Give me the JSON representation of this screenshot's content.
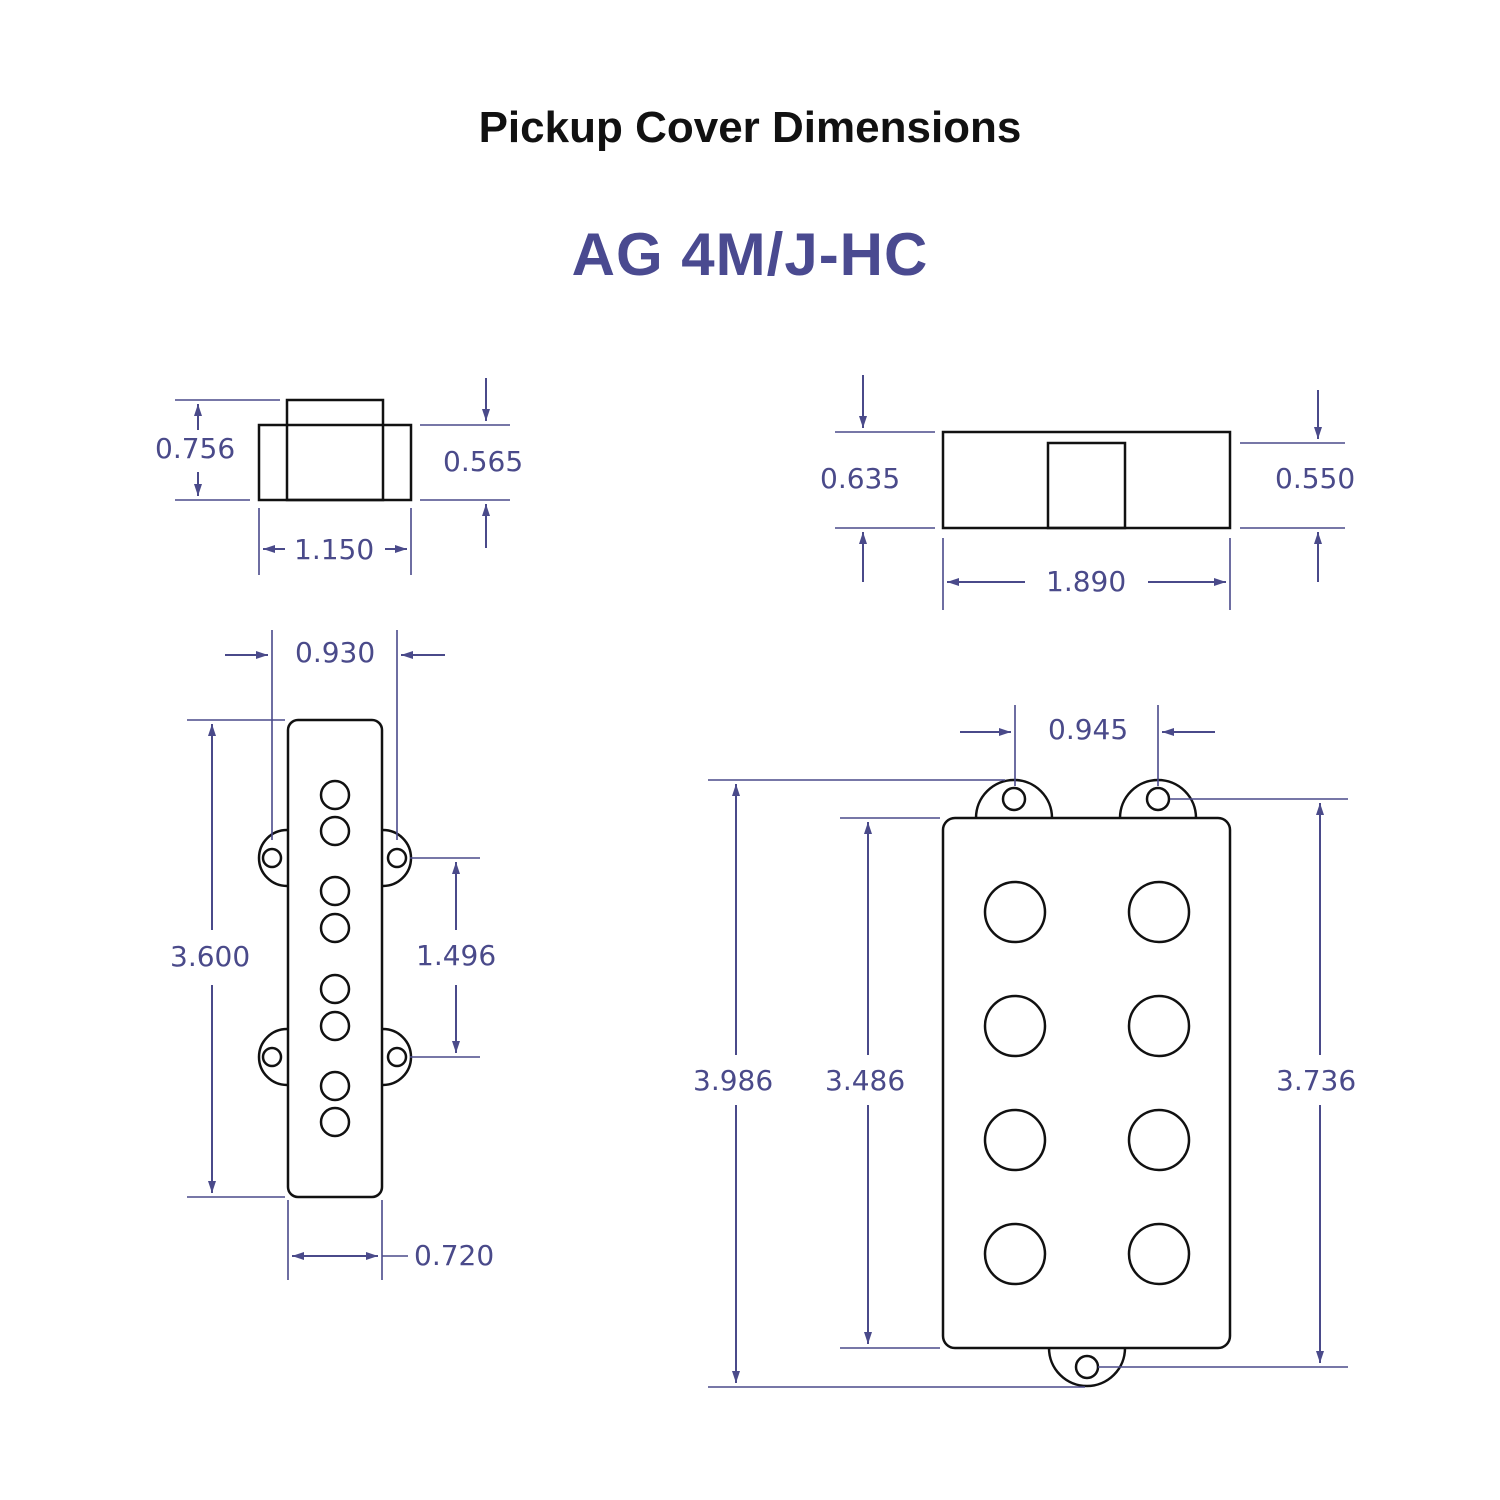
{
  "title": "Pickup Cover Dimensions",
  "model": "AG 4M/J-HC",
  "colors": {
    "dimension": "#4a4a8a",
    "model_title": "#4a4a90",
    "outline": "#111111"
  },
  "jazz_side_view": {
    "height_total": "0.756",
    "height_sides": "0.565",
    "width": "1.150"
  },
  "jazz_top_view": {
    "ear_spacing": "0.930",
    "length": "3.600",
    "hole_spacing": "1.496",
    "width": "0.720"
  },
  "mm_side_view": {
    "height_total": "0.635",
    "height_body": "0.550",
    "width": "1.890"
  },
  "mm_top_view": {
    "ear_spacing": "0.945",
    "overall_length": "3.986",
    "body_length": "3.486",
    "hole_to_hole": "3.736"
  }
}
